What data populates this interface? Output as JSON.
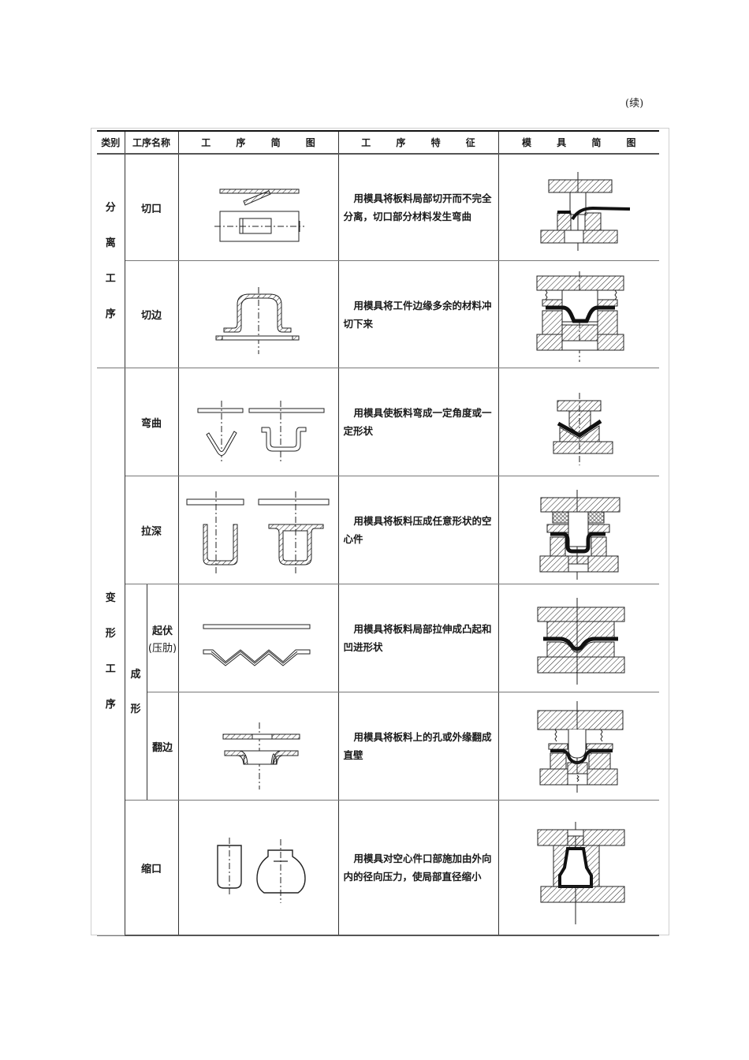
{
  "page": {
    "continued_label": "(续)"
  },
  "table": {
    "headers": {
      "category": "类别",
      "process_name": "工序名称",
      "process_sketch": "工 序 简 图",
      "process_feature": "工 序 特 征",
      "die_sketch": "模 具 简 图"
    },
    "groups": [
      {
        "category": [
          "分",
          "离",
          "工",
          "序"
        ],
        "rows": [
          {
            "name": "切口",
            "feature": "用模具将板料局部切开而不完全分离，切口部分材料发生弯曲",
            "sketch_icon": "lancing-part-sketch",
            "die_icon": "lancing-die-sketch"
          },
          {
            "name": "切边",
            "feature": "用模具将工件边缘多余的材料冲切下来",
            "sketch_icon": "trimming-part-sketch",
            "die_icon": "trimming-die-sketch"
          }
        ]
      },
      {
        "category": [
          "变",
          "形",
          "工",
          "序"
        ],
        "rows": [
          {
            "name": "弯曲",
            "feature": "用模具使板料弯成一定角度或一定形状",
            "sketch_icon": "bending-part-sketch",
            "die_icon": "bending-die-sketch"
          },
          {
            "name": "拉深",
            "feature": "用模具将板料压成任意形状的空心件",
            "sketch_icon": "deep-drawing-part-sketch",
            "die_icon": "deep-drawing-die-sketch"
          },
          {
            "subgroup": [
              "成",
              "形"
            ],
            "name": "起伏",
            "name_line2": "(压肋)",
            "feature": "用模具将板料局部拉伸成凸起和凹进形状",
            "sketch_icon": "embossing-part-sketch",
            "die_icon": "embossing-die-sketch"
          },
          {
            "name": "翻边",
            "feature": "用模具将板料上的孔或外缘翻成直壁",
            "sketch_icon": "flanging-part-sketch",
            "die_icon": "flanging-die-sketch"
          },
          {
            "name": "缩口",
            "feature": "用模具对空心件口部施加由外向内的径向压力，使局部直径缩小",
            "sketch_icon": "necking-part-sketch",
            "die_icon": "necking-die-sketch"
          }
        ]
      }
    ]
  }
}
